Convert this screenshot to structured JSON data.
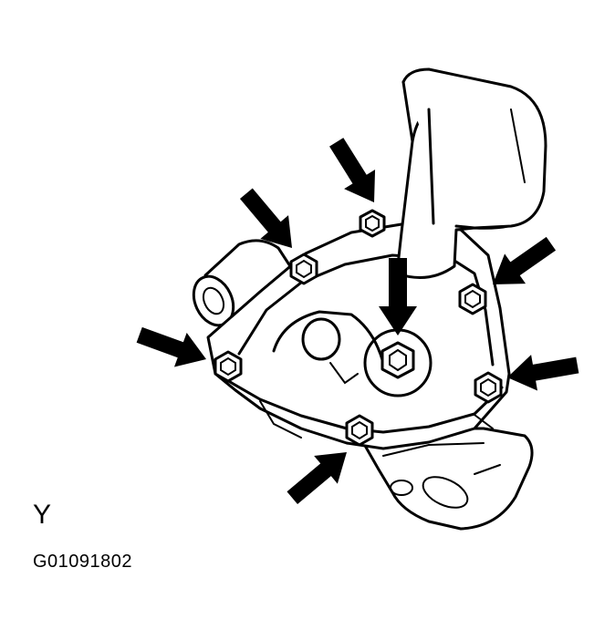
{
  "figure": {
    "view_label": "Y",
    "figure_code": "G01091802",
    "colors": {
      "ink": "#000000",
      "paper": "#ffffff"
    },
    "parts": [
      "housing",
      "outlet-pipe",
      "side-port",
      "lower-bracket",
      "center-bolt"
    ],
    "bolts": [
      "top",
      "upper-left",
      "right-upper",
      "left",
      "right-lower",
      "bottom",
      "center"
    ],
    "arrows": [
      "top",
      "upper-left",
      "right-upper",
      "center",
      "left",
      "right-lower",
      "bottom"
    ]
  }
}
